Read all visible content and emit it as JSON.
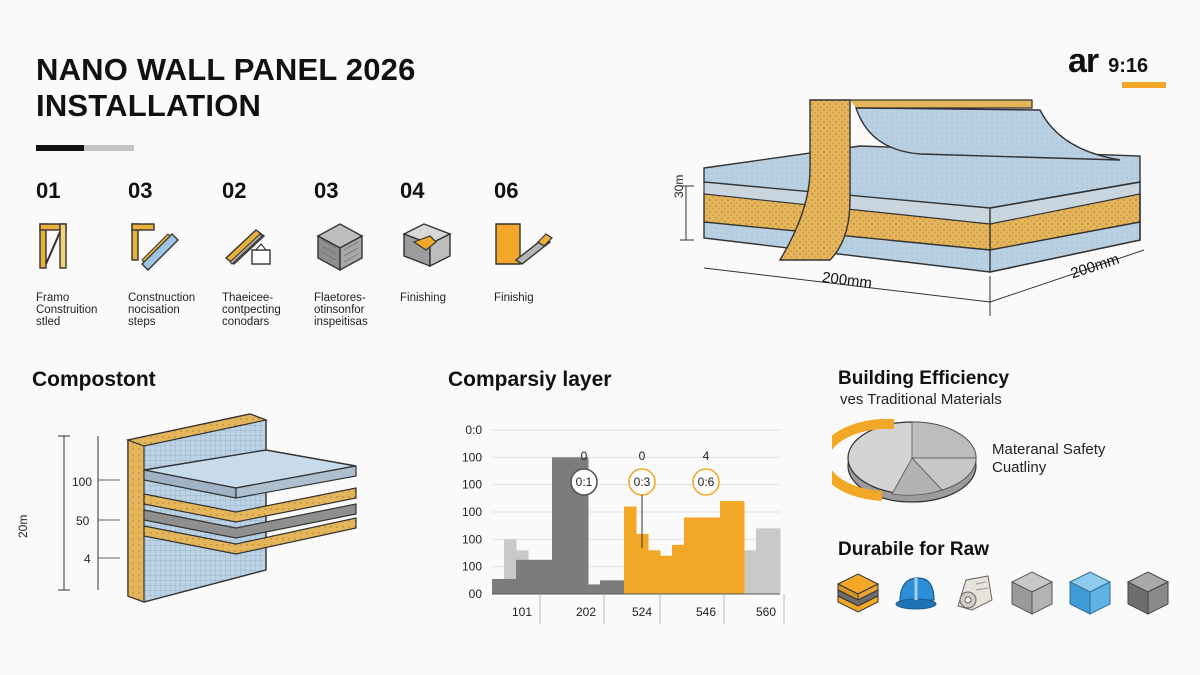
{
  "header": {
    "title_line1": "NANO WALL PANEL 2026",
    "title_line2": "INSTALLATION",
    "ratio_prefix": "ar",
    "ratio_value": "9:16"
  },
  "steps": [
    {
      "number": "01",
      "label": "Framo\nConstruition\nstled",
      "icon": "frame-icon"
    },
    {
      "number": "03",
      "label": "Constnuction\nnocisation\nsteps",
      "icon": "construction-icon"
    },
    {
      "number": "02",
      "label": "Thaeicee-\ncontpecting\nconodars",
      "icon": "connector-icon"
    },
    {
      "number": "03",
      "label": "Flaetores-\notinsonfor\ninspeitisas",
      "icon": "panel-block-icon"
    },
    {
      "number": "04",
      "label": "Finishing",
      "icon": "finishing-box-icon"
    },
    {
      "number": "06",
      "label": "Finishig",
      "icon": "finishing-trowel-icon"
    }
  ],
  "hero": {
    "dim_left": "30m",
    "dim_bottom": "200mm",
    "dim_right": "200mm"
  },
  "composition": {
    "heading": "Compostont",
    "dim_total": "20m",
    "ticks": [
      "100",
      "50",
      "4"
    ]
  },
  "comparison": {
    "heading": "Comparsiy layer",
    "y_ticks": [
      "0:0",
      "100",
      "100",
      "100",
      "100",
      "100",
      "00"
    ],
    "x_ticks": [
      "101",
      "202",
      "524",
      "546",
      "560"
    ],
    "top_labels": [
      "0",
      "0",
      "4"
    ],
    "bubbles": [
      "0:1",
      "0:3",
      "0:6"
    ],
    "colors": {
      "dark_gray": "#7c7c7c",
      "light_gray": "#c9c9c9",
      "orange": "#f2a826"
    }
  },
  "chart_data": {
    "type": "bar",
    "title": "Comparsiy layer",
    "x_tick_labels": [
      "101",
      "202",
      "524",
      "546",
      "560"
    ],
    "y_tick_labels": [
      "0:0",
      "100",
      "100",
      "100",
      "100",
      "100",
      "00"
    ],
    "ylim": [
      0,
      6
    ],
    "series": [
      {
        "color": "#c9c9c9",
        "values": [
          0.4,
          2.0,
          1.6,
          0,
          0,
          0.25,
          0,
          0,
          0,
          0,
          0,
          0,
          0,
          0,
          0,
          0,
          0,
          0,
          0,
          0,
          0,
          1.6,
          2.4,
          2.4
        ]
      },
      {
        "color": "#7c7c7c",
        "values": [
          0.55,
          0.55,
          1.25,
          1.25,
          1.25,
          5.0,
          5.0,
          5.0,
          0.35,
          0.5,
          0.5,
          0,
          0,
          0,
          0,
          0,
          0,
          0,
          0,
          0,
          0,
          0,
          0,
          0
        ]
      },
      {
        "color": "#f2a826",
        "values": [
          0,
          0,
          0,
          0,
          0,
          0,
          0,
          0,
          0,
          0,
          0,
          3.2,
          2.2,
          1.6,
          1.4,
          1.8,
          2.8,
          2.8,
          2.8,
          3.4,
          3.4,
          0,
          0,
          0
        ]
      }
    ]
  },
  "efficiency": {
    "heading": "Building Efficiency",
    "subheading": "ves Traditional Materials",
    "label_line1": "Materanal Safety",
    "label_line2": "Cuatliny"
  },
  "durable": {
    "heading": "Durabile for Raw",
    "icons": [
      "layered-block-icon",
      "hard-hat-icon",
      "rolled-sheet-icon",
      "textured-cube-icon",
      "blue-foam-cube-icon",
      "gray-cube-icon"
    ]
  }
}
